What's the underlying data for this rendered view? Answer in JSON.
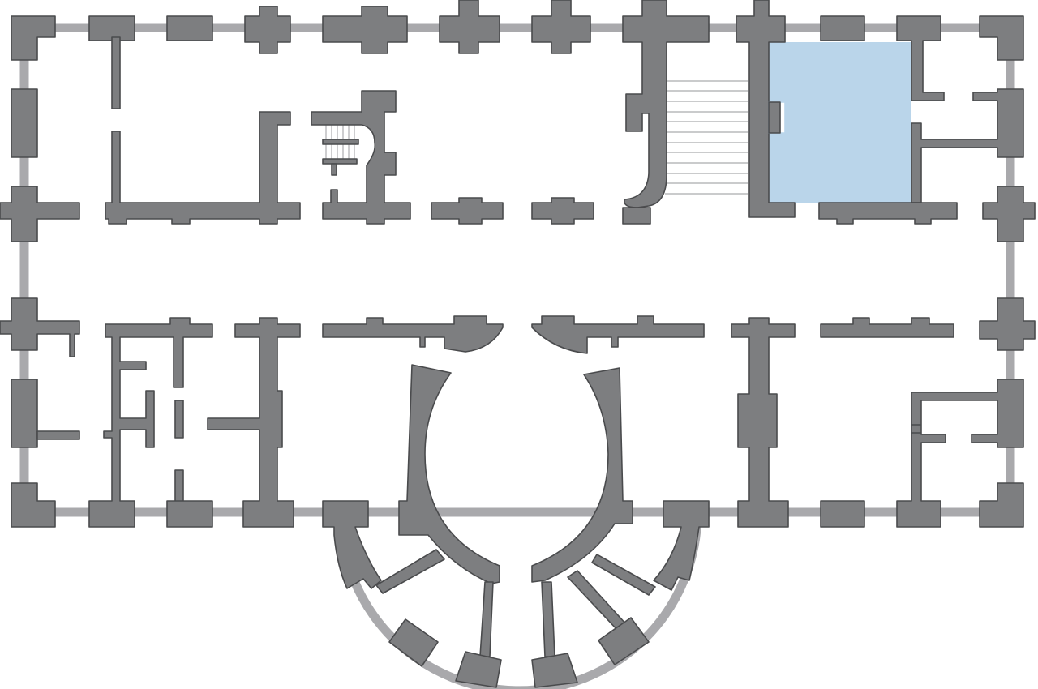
{
  "colors": {
    "wall_fill": "#7d7e80",
    "wall_stroke": "#4a4b4d",
    "window_glass": "#a9a9ac",
    "stair_lines": "#b9babc",
    "highlighted_room": "#bad5ea",
    "background": "#ffffff"
  },
  "highlighted_room": {
    "icon": "highlighted-room-fill",
    "state": "selected"
  },
  "structure": {
    "type": "floor-plan",
    "stairs": [
      "main-staircase",
      "spiral-staircase"
    ],
    "features": [
      "central-corridor",
      "oval-room",
      "semicircular-bow"
    ]
  }
}
